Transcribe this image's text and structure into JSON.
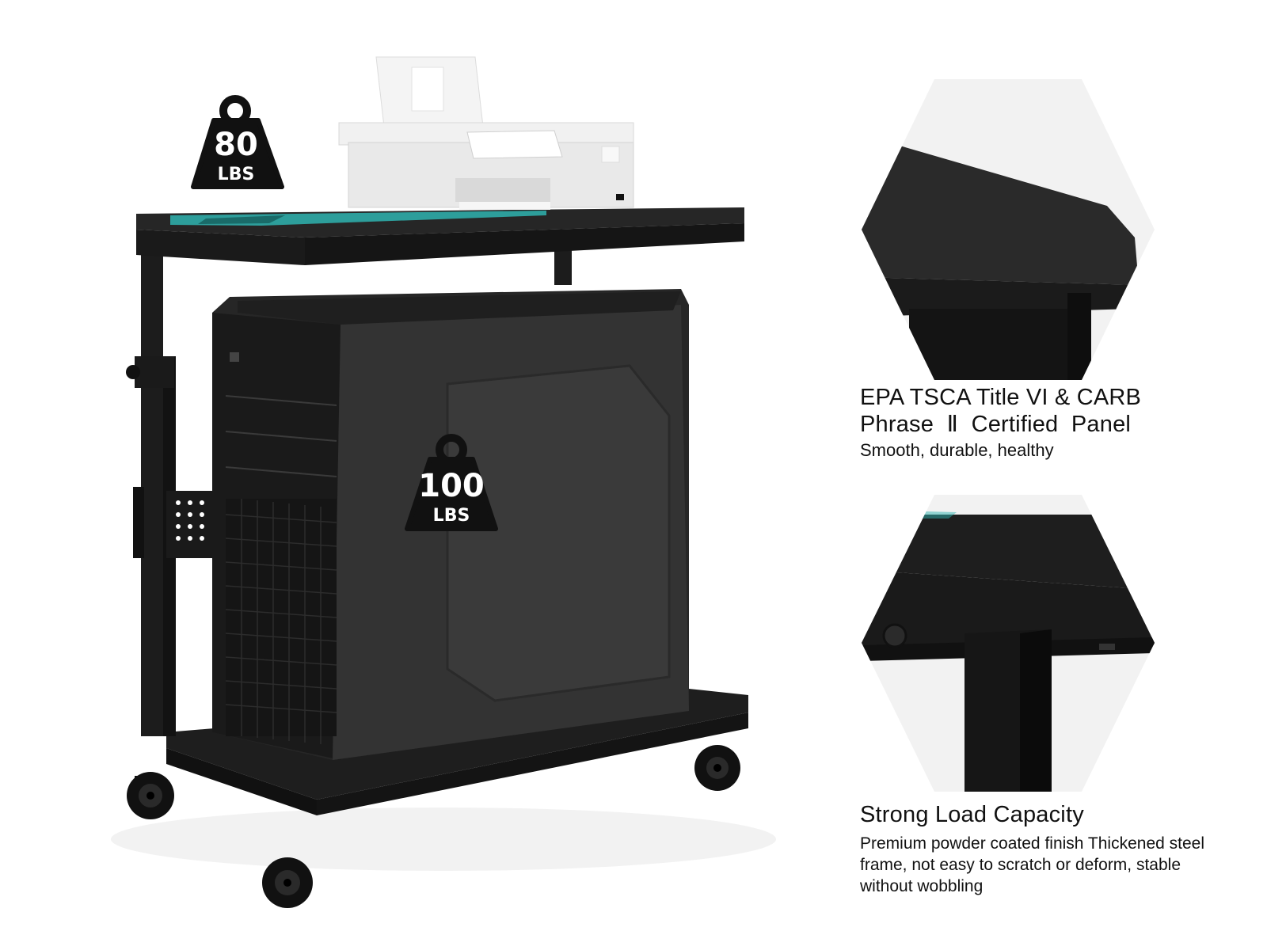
{
  "badges": {
    "top_weight": {
      "value": "80",
      "unit": "LBS"
    },
    "bottom_weight": {
      "value": "100",
      "unit": "LBS"
    }
  },
  "features": [
    {
      "title_line1": "EPA TSCA Title VI & CARB",
      "title_line2": "Phrase  Ⅱ  Certified  Panel",
      "subtitle": "Smooth, durable, healthy"
    },
    {
      "title": "Strong Load Capacity",
      "description": "Premium powder coated finish Thickened steel frame, not easy to scratch or deform, stable without wobbling"
    }
  ],
  "colors": {
    "frame": "#1c1c1c",
    "tower": "#2b2b2b",
    "mat_accent": "#2fb4b0",
    "badge": "#111111",
    "printer": "#eeeeee"
  },
  "icons": [
    "weight-icon",
    "caster-wheel-icon"
  ]
}
